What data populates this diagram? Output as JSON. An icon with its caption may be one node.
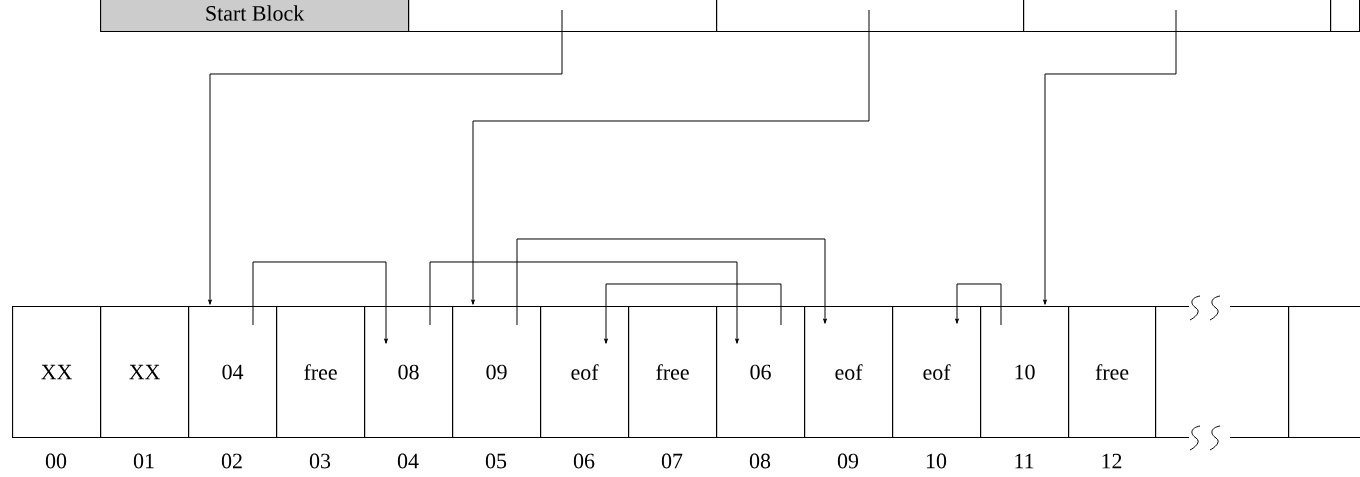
{
  "diagram": {
    "nodes": [
      {
        "text": [
          "Start Block"
        ]
      },
      {
        "text": [],
        "shape": "box"
      },
      {
        "text": [],
        "shape": "box"
      },
      {
        "text": [],
        "shape": "box"
      },
      {
        "text": [],
        "shape": "box"
      },
      {
        "text": [
          "XX"
        ],
        "beside": [
          "00"
        ]
      },
      {
        "text": [
          "XX"
        ],
        "beside": [
          "01"
        ]
      },
      {
        "text": [
          "04"
        ],
        "beside": [
          "02"
        ]
      },
      {
        "text": [
          "free"
        ],
        "beside": [
          "03"
        ]
      },
      {
        "text": [
          "08"
        ],
        "beside": [
          "04"
        ]
      },
      {
        "text": [
          "09"
        ],
        "beside": [
          "05"
        ]
      },
      {
        "text": [
          "eof"
        ],
        "beside": [
          "06"
        ]
      },
      {
        "text": [
          "free"
        ],
        "beside": [
          "07"
        ]
      },
      {
        "text": [
          "06"
        ],
        "beside": [
          "08"
        ]
      },
      {
        "text": [
          "eof"
        ],
        "beside": [
          "09"
        ]
      },
      {
        "text": [
          "eof"
        ],
        "beside": [
          "10"
        ]
      },
      {
        "text": [
          "10"
        ],
        "beside": [
          "11"
        ]
      },
      {
        "text": [
          "free"
        ],
        "beside": [
          "12"
        ]
      },
      {
        "text": [],
        "shape": "box"
      },
      {
        "text": [],
        "shape": "box"
      }
    ],
    "edges": [
      {
        "from": 1,
        "to": 7,
        "arrow": "to"
      },
      {
        "from": 2,
        "to": 10,
        "arrow": "to"
      },
      {
        "from": 3,
        "to": 16,
        "arrow": "to"
      },
      {
        "from": 7,
        "to": 9,
        "arrow": "to"
      },
      {
        "from": 9,
        "to": 13,
        "arrow": "to"
      },
      {
        "from": 10,
        "to": 14,
        "arrow": "to"
      },
      {
        "from": 13,
        "to": 11,
        "arrow": "to"
      },
      {
        "from": 16,
        "to": 15,
        "arrow": "to"
      }
    ]
  }
}
